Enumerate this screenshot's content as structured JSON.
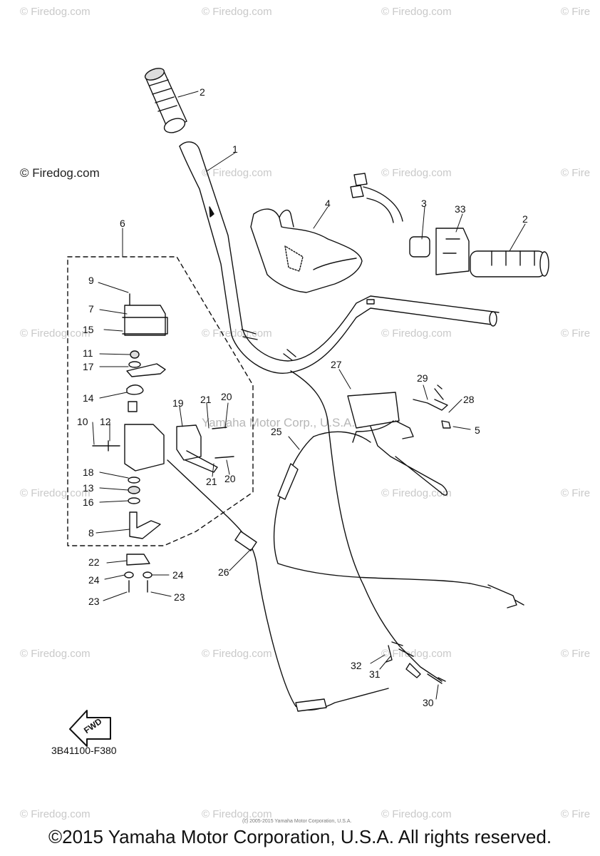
{
  "watermark": "© Firedog.com",
  "watermark_clipped": "© Fire",
  "watermark_main": "© Firedog.com",
  "watermark_mid": "Yamaha Motor Corp., U.S.A.",
  "diagram_code": "3B41100-F380",
  "fwd_label": "FWD",
  "copyright": "©2015 Yamaha Motor Corporation, U.S.A. All rights reserved.",
  "tiny_notice": "(c) 2005-2015 Yamaha Motor Corporation, U.S.A.",
  "callouts": [
    {
      "id": "2a",
      "text": "2"
    },
    {
      "id": "1",
      "text": "1"
    },
    {
      "id": "4",
      "text": "4"
    },
    {
      "id": "3",
      "text": "3"
    },
    {
      "id": "33",
      "text": "33"
    },
    {
      "id": "2b",
      "text": "2"
    },
    {
      "id": "6",
      "text": "6"
    },
    {
      "id": "9",
      "text": "9"
    },
    {
      "id": "7",
      "text": "7"
    },
    {
      "id": "15",
      "text": "15"
    },
    {
      "id": "11",
      "text": "11"
    },
    {
      "id": "17",
      "text": "17"
    },
    {
      "id": "14",
      "text": "14"
    },
    {
      "id": "10",
      "text": "10"
    },
    {
      "id": "12",
      "text": "12"
    },
    {
      "id": "19",
      "text": "19"
    },
    {
      "id": "21a",
      "text": "21"
    },
    {
      "id": "20a",
      "text": "20"
    },
    {
      "id": "21b",
      "text": "21"
    },
    {
      "id": "20b",
      "text": "20"
    },
    {
      "id": "18",
      "text": "18"
    },
    {
      "id": "13",
      "text": "13"
    },
    {
      "id": "16",
      "text": "16"
    },
    {
      "id": "8",
      "text": "8"
    },
    {
      "id": "22",
      "text": "22"
    },
    {
      "id": "24a",
      "text": "24"
    },
    {
      "id": "24b",
      "text": "24"
    },
    {
      "id": "23a",
      "text": "23"
    },
    {
      "id": "23b",
      "text": "23"
    },
    {
      "id": "26",
      "text": "26"
    },
    {
      "id": "27",
      "text": "27"
    },
    {
      "id": "29",
      "text": "29"
    },
    {
      "id": "28",
      "text": "28"
    },
    {
      "id": "5",
      "text": "5"
    },
    {
      "id": "25",
      "text": "25"
    },
    {
      "id": "32",
      "text": "32"
    },
    {
      "id": "31",
      "text": "31"
    },
    {
      "id": "30",
      "text": "30"
    }
  ]
}
